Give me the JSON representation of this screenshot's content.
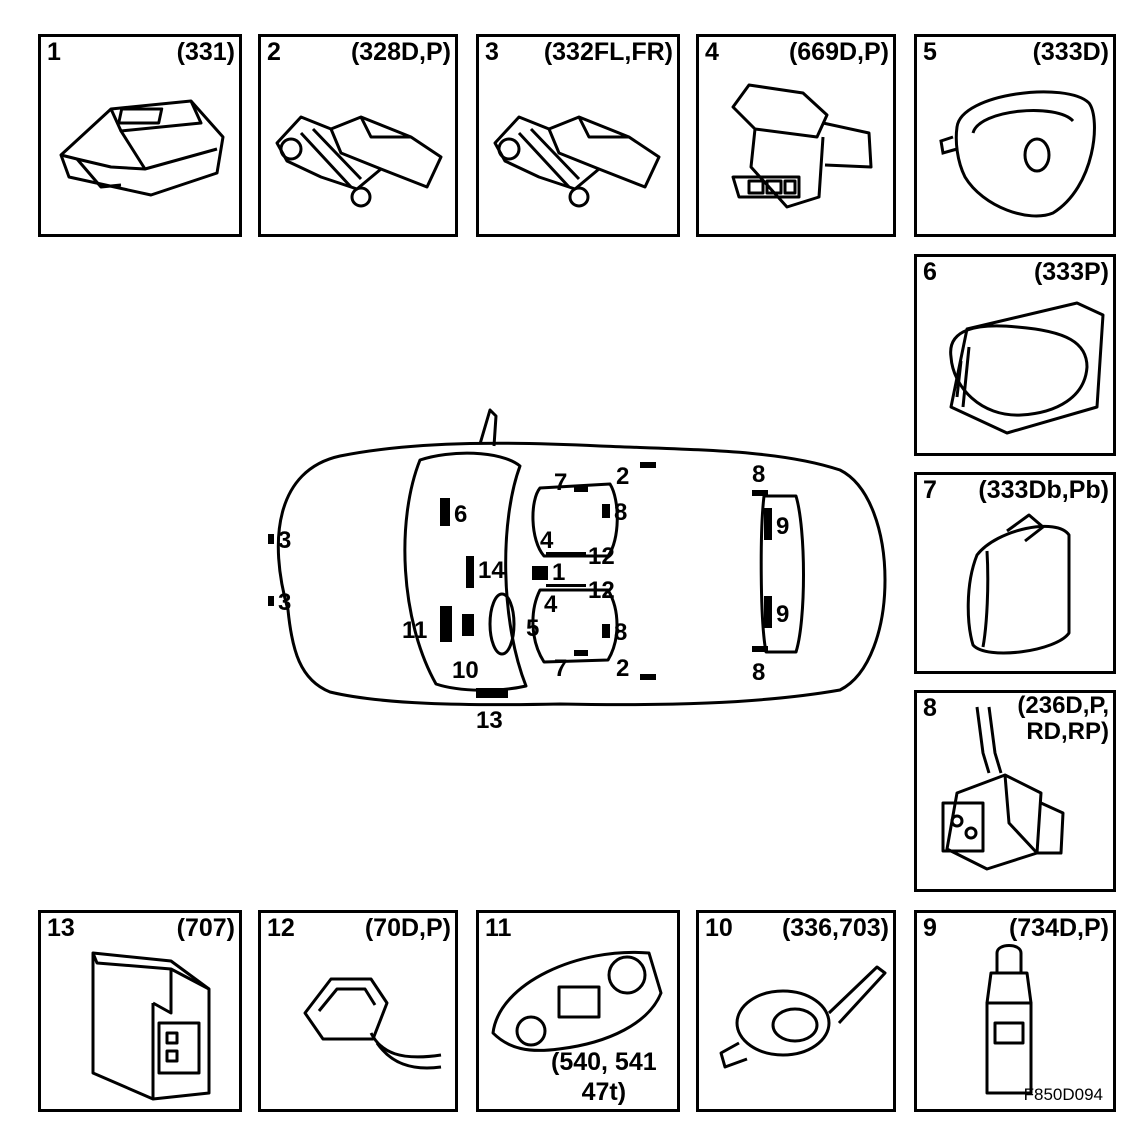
{
  "figure_id": "F850D094",
  "panels": [
    {
      "number": "1",
      "code": "(331)"
    },
    {
      "number": "2",
      "code": "(328D,P)"
    },
    {
      "number": "3",
      "code": "(332FL,FR)"
    },
    {
      "number": "4",
      "code": "(669D,P)"
    },
    {
      "number": "5",
      "code": "(333D)"
    },
    {
      "number": "6",
      "code": "(333P)"
    },
    {
      "number": "7",
      "code": "(333Db,Pb)"
    },
    {
      "number": "8",
      "code": "(236D,P,\nRD,RP)"
    },
    {
      "number": "9",
      "code": "(734D,P)"
    },
    {
      "number": "10",
      "code": "(336,703)"
    },
    {
      "number": "11",
      "code": "(540, 541\n47t)"
    },
    {
      "number": "12",
      "code": "(70D,P)"
    },
    {
      "number": "13",
      "code": "(707)"
    }
  ],
  "car_labels": {
    "l1": "1",
    "l2a": "2",
    "l2b": "2",
    "l3a": "3",
    "l3b": "3",
    "l4a": "4",
    "l4b": "4",
    "l5": "5",
    "l6": "6",
    "l7a": "7",
    "l7b": "7",
    "l8a": "8",
    "l8b": "8",
    "l8c": "8",
    "l8d": "8",
    "l9a": "9",
    "l9b": "9",
    "l10": "10",
    "l11": "11",
    "l12a": "12",
    "l12b": "12",
    "l13": "13",
    "l14": "14"
  }
}
